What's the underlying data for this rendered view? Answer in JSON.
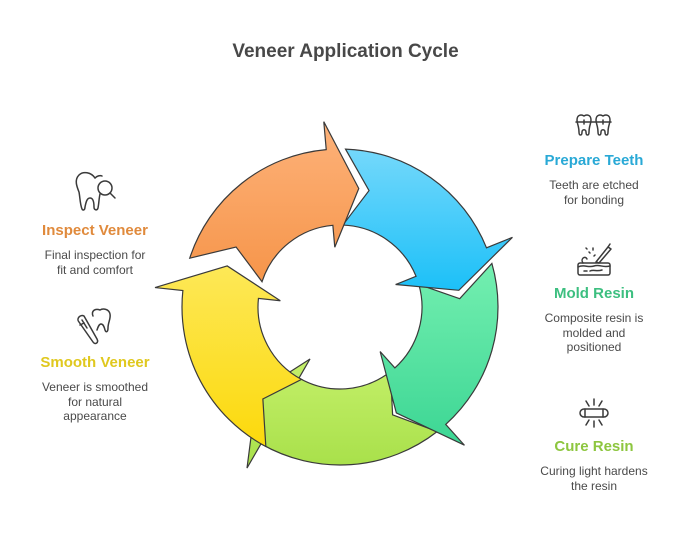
{
  "title": "Veneer Application Cycle",
  "steps": [
    {
      "id": "prepare-teeth",
      "label": "Prepare Teeth",
      "description": "Teeth are etched for bonding",
      "icon": "teeth-braces-icon",
      "color": "#29a9d6",
      "arrow_colors": [
        "#74d8fb",
        "#1cc0f8"
      ]
    },
    {
      "id": "mold-resin",
      "label": "Mold Resin",
      "description": "Composite resin is molded and positioned",
      "icon": "resin-mold-icon",
      "color": "#3dbf80",
      "arrow_colors": [
        "#74efb0",
        "#3cd694"
      ]
    },
    {
      "id": "cure-resin",
      "label": "Cure Resin",
      "description": "Curing light hardens the resin",
      "icon": "curing-light-icon",
      "color": "#8dc63f",
      "arrow_colors": [
        "#c5f06a",
        "#a8e04a"
      ]
    },
    {
      "id": "smooth-veneer",
      "label": "Smooth Veneer",
      "description": "Veneer is smoothed for natural appearance",
      "icon": "tooth-brush-smoothing-icon",
      "color": "#e0c81e",
      "arrow_colors": [
        "#fde857",
        "#fcd90c"
      ]
    },
    {
      "id": "inspect-veneer",
      "label": "Inspect Veneer",
      "description": "Final inspection for fit and comfort",
      "icon": "tooth-magnifier-icon",
      "color": "#e08a3c",
      "arrow_colors": [
        "#fdb27a",
        "#f6954a"
      ]
    }
  ]
}
